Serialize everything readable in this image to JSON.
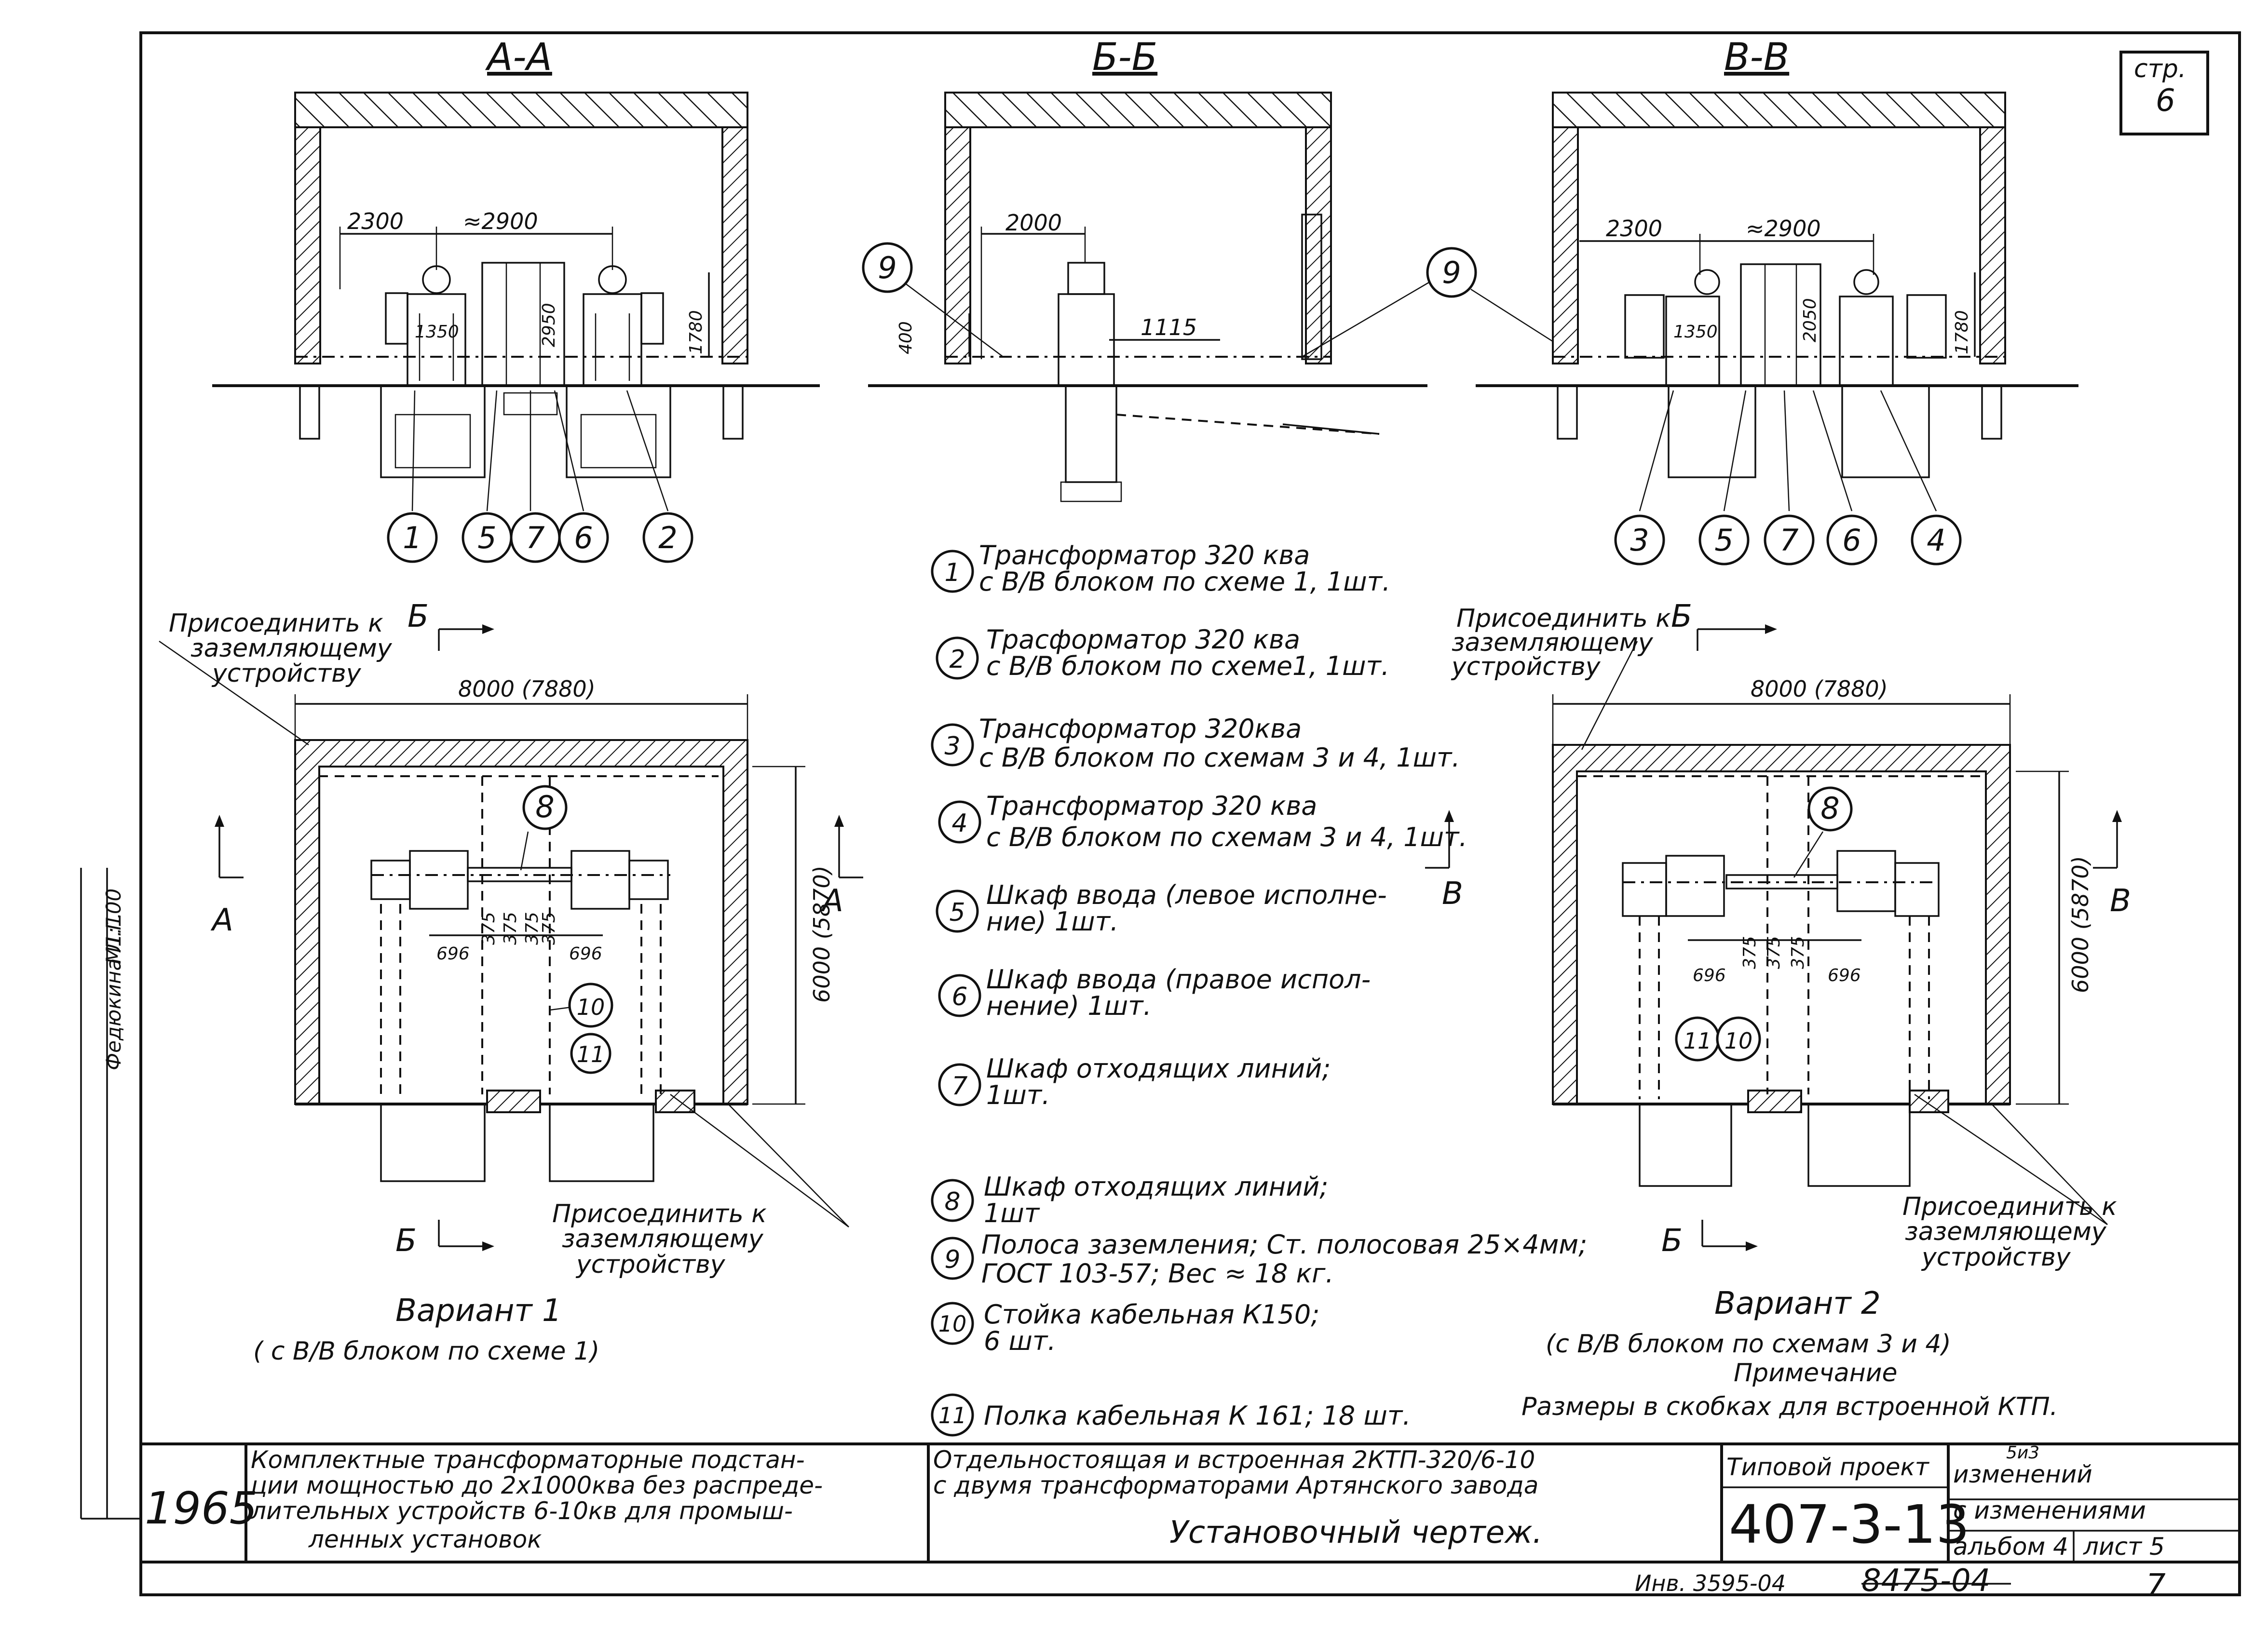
{
  "sections": {
    "a": "А-А",
    "b": "Б-Б",
    "v": "В-В"
  },
  "page_box": {
    "label": "стр.",
    "number": "6"
  },
  "dims": {
    "d2300": "2300",
    "d2900": "≈2900",
    "d2950": "2950",
    "d1780": "1780",
    "d1350": "1350",
    "d2000": "2000",
    "d400": "400",
    "d1115": "1115",
    "d2050": "2050",
    "d8000": "8000 (7880)",
    "d6000": "6000 (5870)",
    "d696": "696",
    "d375": "375"
  },
  "markers": {
    "n1": "1",
    "n2": "2",
    "n3": "3",
    "n4": "4",
    "n5": "5",
    "n6": "6",
    "n7": "7",
    "n8": "8",
    "n9": "9",
    "n10": "10",
    "n11": "11"
  },
  "cut_letters": {
    "a": "А",
    "b": "Б",
    "v": "В"
  },
  "grounding_note_line1": "Присоединить к",
  "grounding_note_line2": "заземляющему",
  "grounding_note_line3": "устройству",
  "legend": [
    {
      "num": "1",
      "line1": "Трансформатор 320 ква",
      "line2": "с В/В блоком по схеме 1, 1шт."
    },
    {
      "num": "2",
      "line1": "Трасформатор 320 ква",
      "line2": "с В/В блоком по схеме1, 1шт."
    },
    {
      "num": "3",
      "line1": "Трансформатор 320ква",
      "line2": "с В/В блоком по схемам 3 и 4, 1шт."
    },
    {
      "num": "4",
      "line1": "Трансформатор 320 ква",
      "line2": "с В/В блоком по схемам 3 и 4, 1шт."
    },
    {
      "num": "5",
      "line1": "Шкаф ввода (левое исполне-",
      "line2": "ние) 1шт."
    },
    {
      "num": "6",
      "line1": "Шкаф ввода (правое испол-",
      "line2": "нение) 1шт."
    },
    {
      "num": "7",
      "line1": "Шкаф отходящих линий;",
      "line2": "1шт."
    },
    {
      "num": "8",
      "line1": "Шкаф отходящих линий;",
      "line2": "1шт"
    },
    {
      "num": "9",
      "line1": "Полоса заземления; Ст. полосовая 25×4мм;",
      "line2": "ГОСТ 103-57; Вес ≈ 18 кг."
    },
    {
      "num": "10",
      "line1": "Стойка кабельная К150;",
      "line2": "6 шт."
    },
    {
      "num": "11",
      "line1": "Полка кабельная К 161; 18 шт.",
      "line2": ""
    }
  ],
  "variant1": {
    "title": "Вариант 1",
    "subtitle": "( с В/В блоком по схеме 1)"
  },
  "variant2": {
    "title": "Вариант 2",
    "subtitle": "(с В/В блоком по схемам 3 и 4)"
  },
  "note": {
    "title": "Примечание",
    "text": "Размеры в скобках для встроенной КТП."
  },
  "stamp": {
    "year": "1965",
    "description_l1": "Комплектные трансформаторные подстан-",
    "description_l2": "ции мощностью до 2х1000ква без распреде-",
    "description_l3": "лительных устройств 6-10кв для промыш-",
    "description_l4": "ленных установок",
    "title_l1": "Отдельностоящая и встроенная 2КТП-320/6-10",
    "title_l2": "с двумя трансформаторами Артянского завода",
    "title_l3": "Установочный чертеж.",
    "project_label": "Типовой проект",
    "project_number": "407-3-13",
    "changes_top": "5и3",
    "changes_l1": "изменений",
    "changes_l2": "с изменениями",
    "album": "альбом 4",
    "sheet": "лист 5",
    "scale": "М1:100",
    "author": "Федюкина Л.Г."
  },
  "inventory": {
    "inv": "Инв. 3595-04",
    "code": "8475-04",
    "page": "7"
  }
}
